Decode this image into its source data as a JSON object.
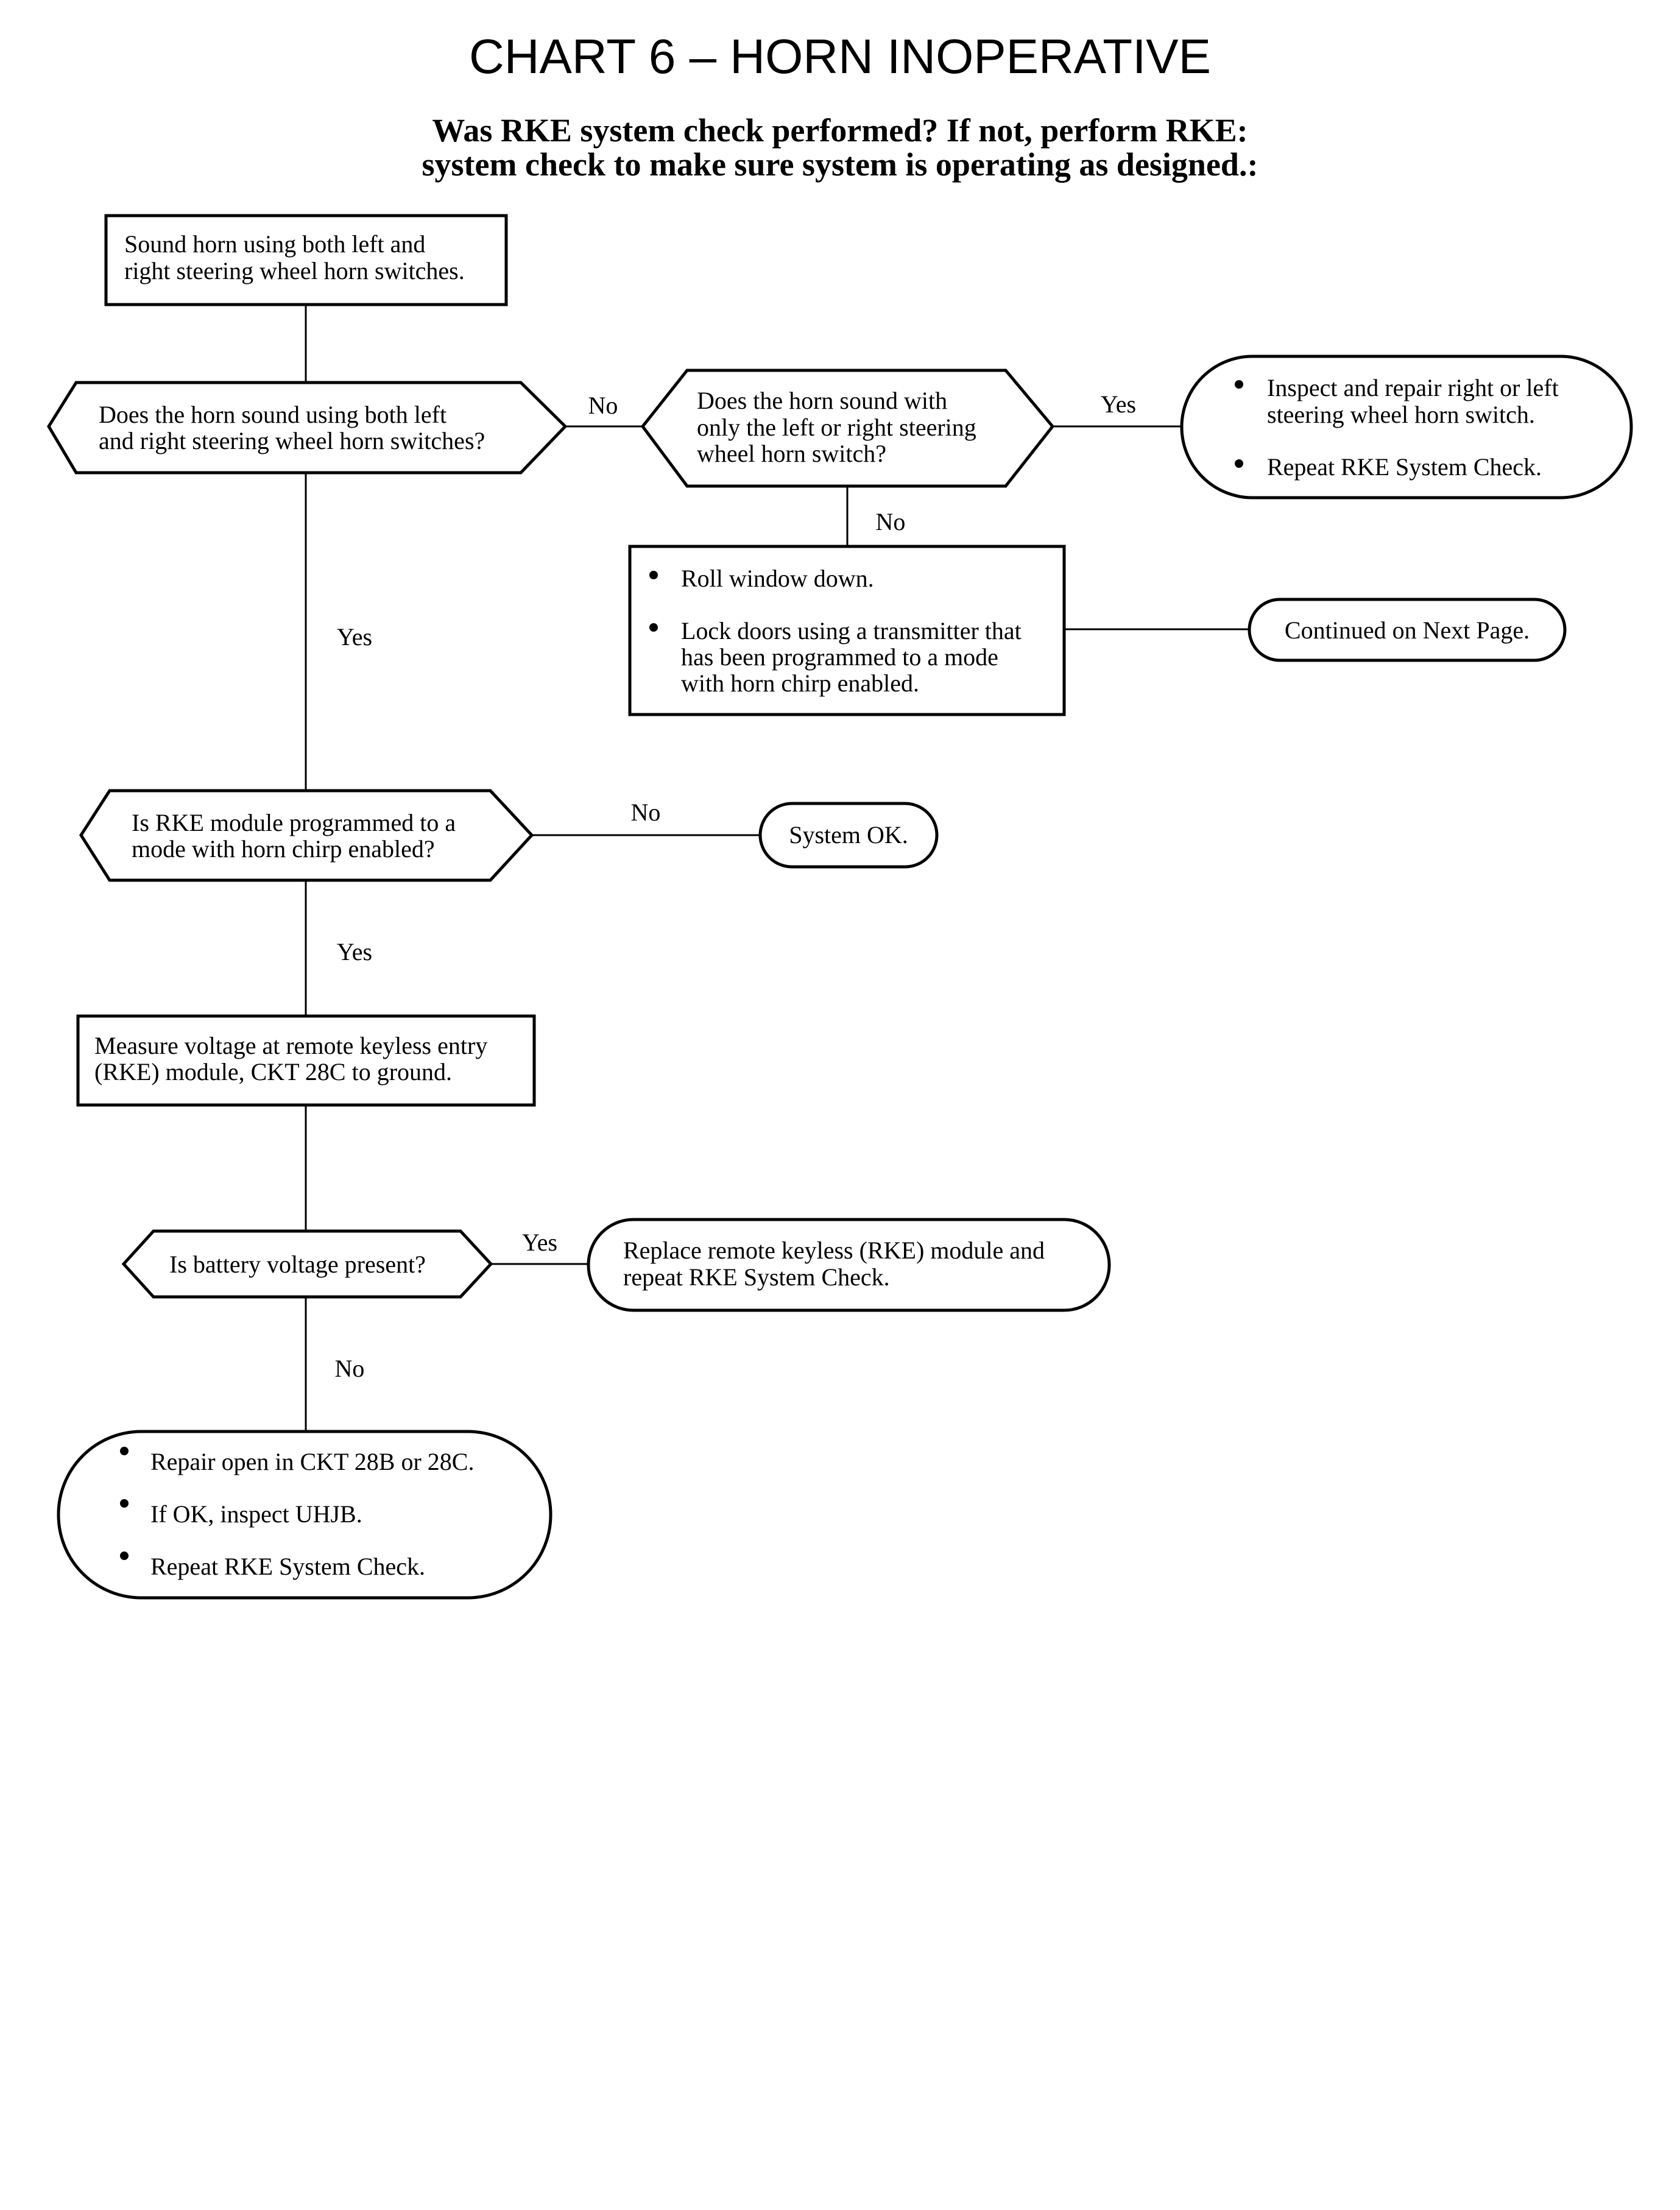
{
  "title": "CHART 6 – HORN INOPERATIVE",
  "subtitle": {
    "line1": "Was RKE system check performed?  If not, perform RKE:",
    "line2": "system check to make sure system is operating as designed.:"
  },
  "nodes": {
    "sound_horn": [
      "Sound horn using both left and",
      "right steering wheel horn switches."
    ],
    "q_both_switches": [
      "Does the horn sound using both left",
      "and right steering wheel horn switches?"
    ],
    "q_single_switch": [
      "Does the horn sound with",
      "only the left or right steering",
      "wheel horn switch?"
    ],
    "repair_switch": [
      [
        "Inspect and repair right or left",
        "steering wheel horn switch."
      ],
      [
        "Repeat RKE System Check."
      ]
    ],
    "roll_window": [
      [
        "Roll window down."
      ],
      [
        "Lock doors using a transmitter that",
        "has been programmed to a mode",
        "with horn chirp enabled."
      ]
    ],
    "continued": [
      "Continued on Next Page."
    ],
    "q_rke_programmed": [
      "Is RKE module programmed to a",
      "mode with horn chirp enabled?"
    ],
    "system_ok": [
      "System OK."
    ],
    "measure_voltage": [
      "Measure voltage at remote keyless entry",
      "(RKE) module, CKT 28C to ground."
    ],
    "q_battery": [
      "Is battery voltage present?"
    ],
    "replace_module": [
      "Replace remote keyless (RKE) module and",
      "repeat RKE System Check."
    ],
    "repair_open": [
      [
        "Repair open in CKT 28B or 28C."
      ],
      [
        "If OK, inspect UHJB."
      ],
      [
        "Repeat RKE System Check."
      ]
    ]
  },
  "edge_labels": {
    "q1_no": "No",
    "q2_yes": "Yes",
    "q2_no": "No",
    "q1_yes": "Yes",
    "q3_no": "No",
    "q3_yes": "Yes",
    "q4_yes": "Yes",
    "q4_no": "No"
  }
}
